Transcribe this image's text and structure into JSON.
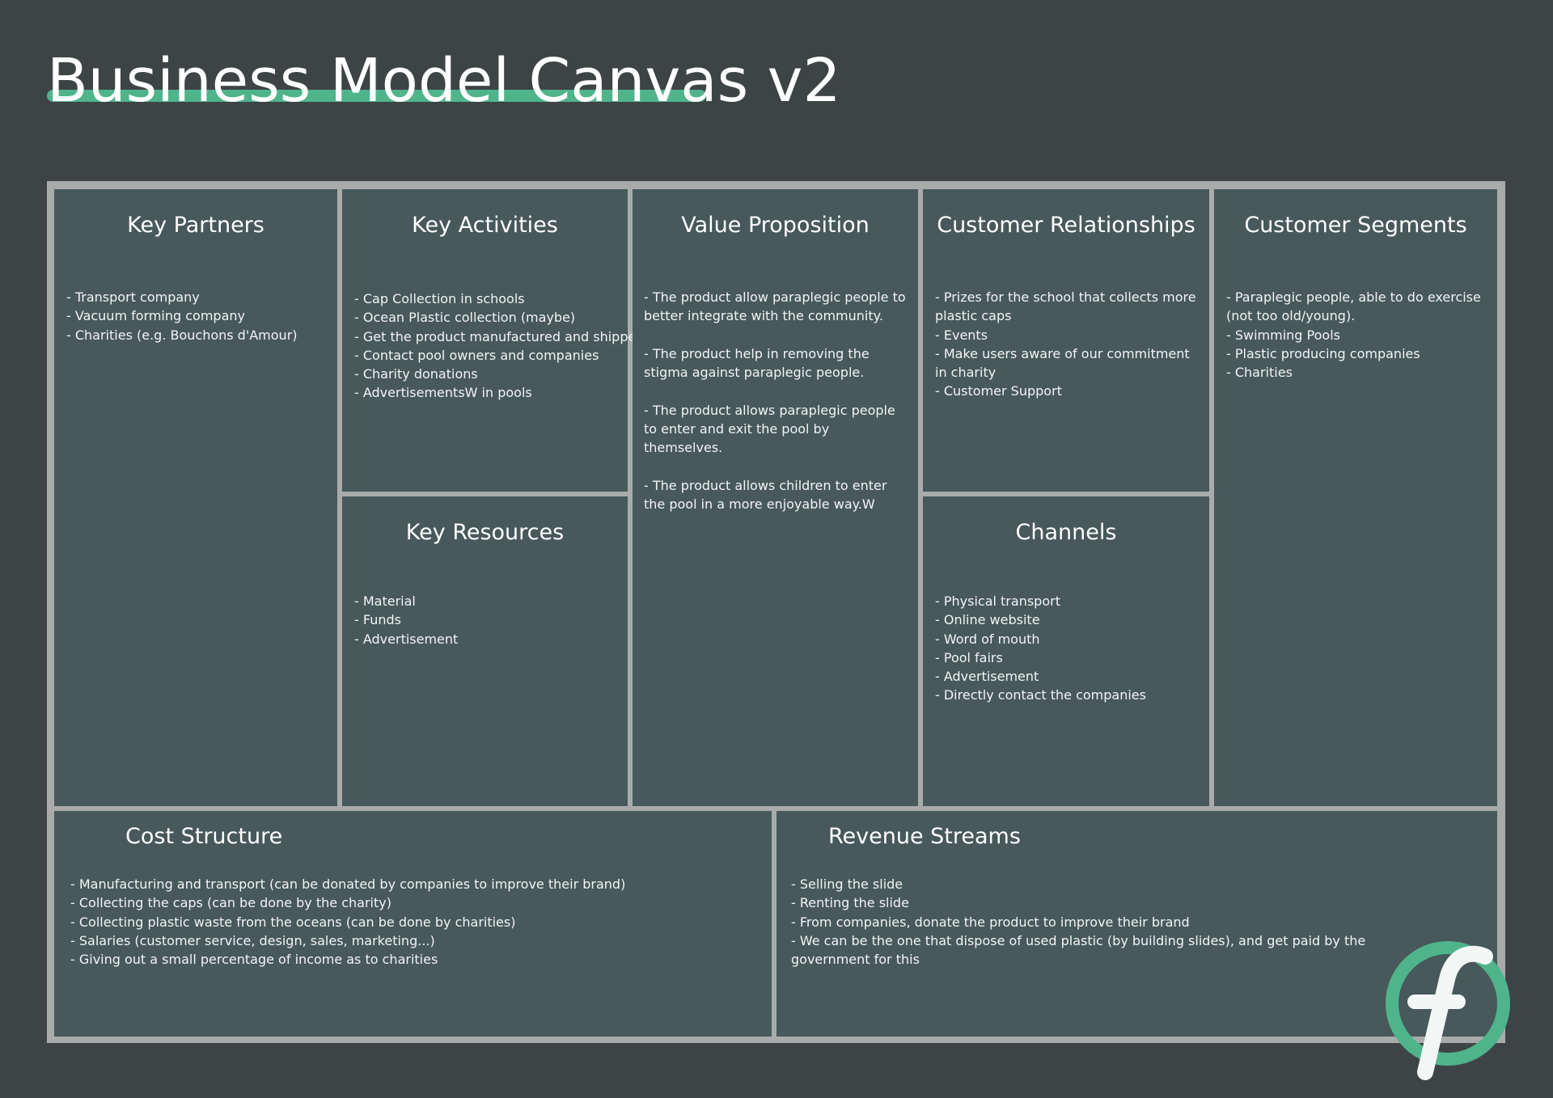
{
  "title": "Business Model Canvas v2",
  "colors": {
    "background": "#3e4446",
    "frame": "#a9abab",
    "block": "#47595a",
    "accent": "#4fb48c",
    "text": "#ffffff"
  },
  "blocks": {
    "key_partners": {
      "heading": "Key Partners",
      "items": [
        "- Transport company",
        "- Vacuum forming company",
        "- Charities (e.g. Bouchons d'Amour)"
      ]
    },
    "key_activities": {
      "heading": "Key Activities",
      "items": [
        "- Cap Collection in schools",
        "- Ocean Plastic collection (maybe)",
        "- Get the product manufactured and shipped",
        "- Contact pool owners and companies",
        "- Charity donations",
        "- AdvertisementsW in pools"
      ]
    },
    "key_resources": {
      "heading": "Key Resources",
      "items": [
        "- Material",
        "- Funds",
        "- Advertisement"
      ]
    },
    "value_proposition": {
      "heading": "Value Proposition",
      "items": [
        "- The product allow paraplegic people to better integrate with the community.",
        "- The product help in removing the stigma against paraplegic people.",
        "- The product allows paraplegic people to enter and exit the pool by themselves.",
        "- The product allows children to enter the pool in a more enjoyable way.W"
      ]
    },
    "customer_relationships": {
      "heading": "Customer Relationships",
      "items": [
        "- Prizes for the school that collects more plastic caps",
        "- Events",
        "- Make users aware of our commitment in charity",
        "- Customer Support"
      ]
    },
    "channels": {
      "heading": "Channels",
      "items": [
        "- Physical transport",
        "- Online website",
        "- Word of mouth",
        "- Pool fairs",
        "- Advertisement",
        "- Directly contact the companies"
      ]
    },
    "customer_segments": {
      "heading": "Customer Segments",
      "items": [
        "- Paraplegic people, able to do exercise (not too old/young).",
        "- Swimming Pools",
        "- Plastic producing companies",
        "- Charities"
      ]
    },
    "cost_structure": {
      "heading": "Cost Structure",
      "items": [
        "- Manufacturing and transport (can be donated by companies to improve their brand)",
        "- Collecting the caps (can be done by the charity)",
        "- Collecting plastic waste from the oceans (can be done by charities)",
        "- Salaries (customer service, design, sales, marketing...)",
        "- Giving out a small percentage of income as to charities"
      ]
    },
    "revenue_streams": {
      "heading": "Revenue Streams",
      "items": [
        "- Selling the slide",
        "- Renting the slide",
        "- From companies, donate the product to improve their brand",
        "- We can be the one that dispose of used plastic (by building slides), and get paid by the government for this"
      ]
    }
  },
  "logo": {
    "icon": "f-logo-icon"
  }
}
